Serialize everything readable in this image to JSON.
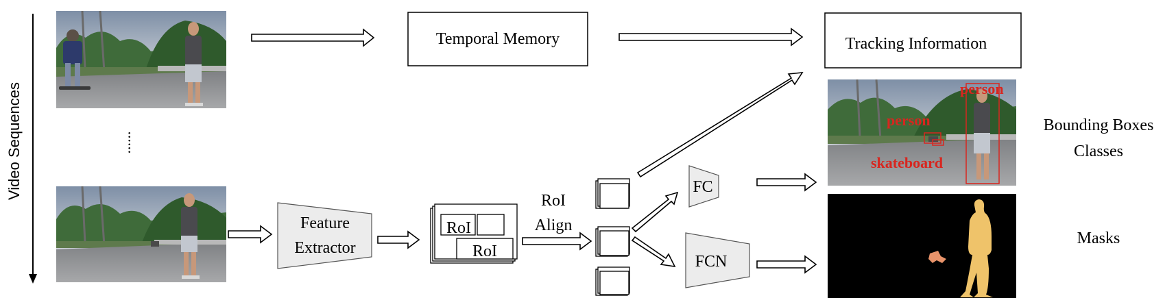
{
  "side_label": "Video Sequences",
  "ellipsis": "......",
  "temporal_memory": "Temporal Memory",
  "tracking_info": "Tracking Information",
  "feature_extractor": [
    "Feature",
    "Extractor"
  ],
  "roi_label": "RoI",
  "roi_align": [
    "RoI",
    "Align"
  ],
  "fc": "FC",
  "fcn": "FCN",
  "detections": {
    "person_left": "person",
    "person_right": "person",
    "skateboard": "skateboard"
  },
  "outputs": {
    "boxes": [
      "Bounding Boxes",
      "Classes"
    ],
    "masks": "Masks"
  },
  "colors": {
    "detection_red": "#d8261f",
    "mask_person": "#efc36a",
    "mask_board": "#e8936a",
    "module_fill": "#ececec"
  }
}
